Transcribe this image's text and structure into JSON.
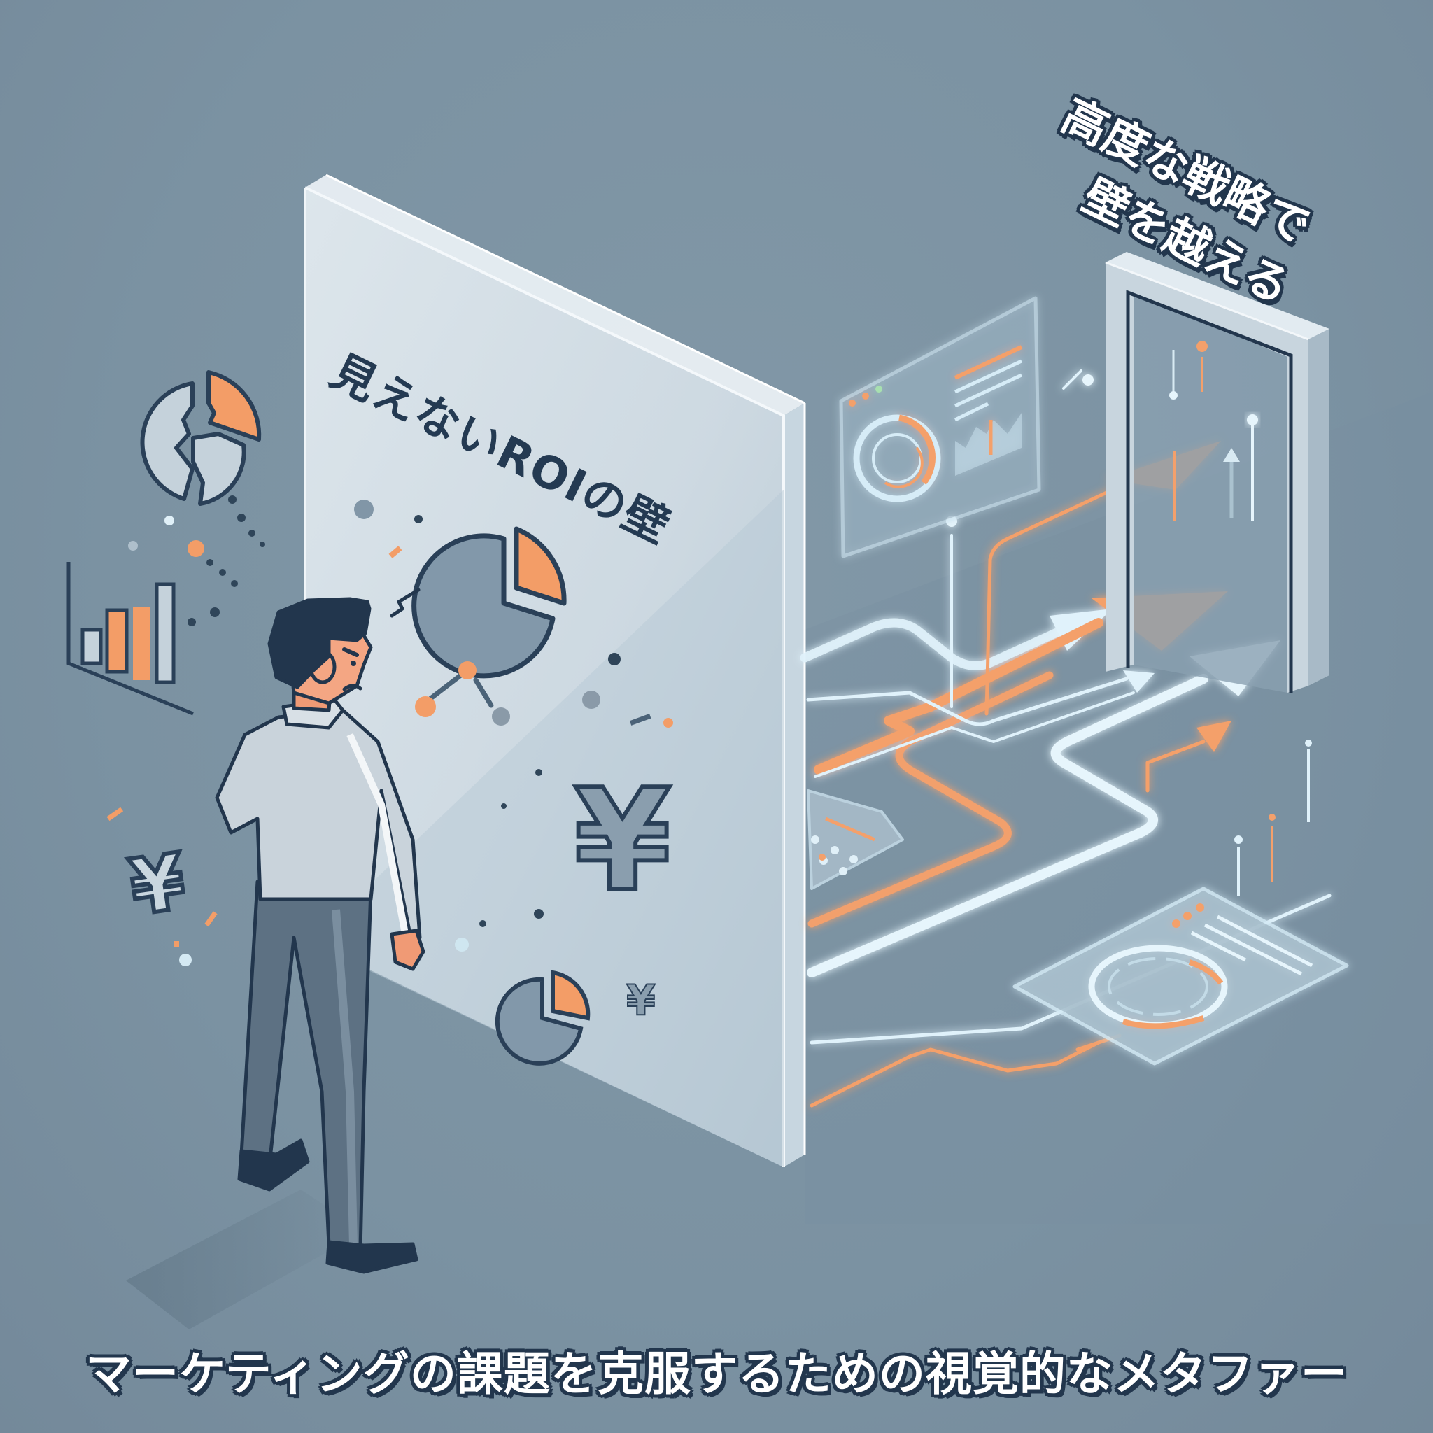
{
  "scene": {
    "wall_label": "見えないROIの壁",
    "strategy_label": {
      "line1": "高度な戦略で",
      "line2": "壁を越える"
    },
    "caption": "マーケティングの課題を克服するための視覚的なメタファー",
    "symbols": {
      "yen": "¥"
    }
  },
  "colors": {
    "background": "#7e95a4",
    "ink": "#243a52",
    "accent_orange": "#f4a06b",
    "glow_blue": "#cfeaf7",
    "wall_glass": "#dbe5ec"
  }
}
